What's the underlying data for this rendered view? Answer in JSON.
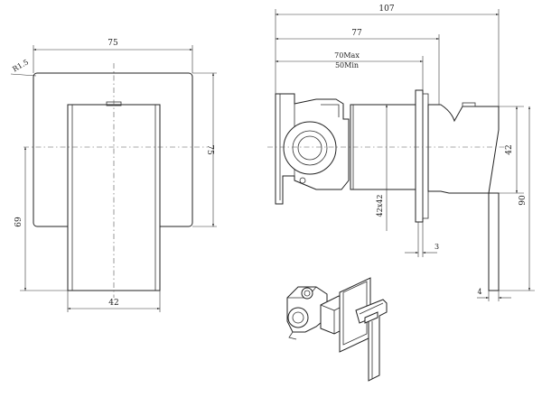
{
  "drawing": {
    "front_view": {
      "width_top": "75",
      "radius": "R1.5",
      "height_right": "75",
      "height_left": "69",
      "width_bottom": "42"
    },
    "side_view": {
      "total_length": "107",
      "length_to_plate": "77",
      "depth_max": "70Max",
      "depth_min": "50Min",
      "body_size": "42x42",
      "plate_thickness": "3",
      "handle_width": "42",
      "handle_height": "90",
      "handle_thickness": "4"
    }
  }
}
